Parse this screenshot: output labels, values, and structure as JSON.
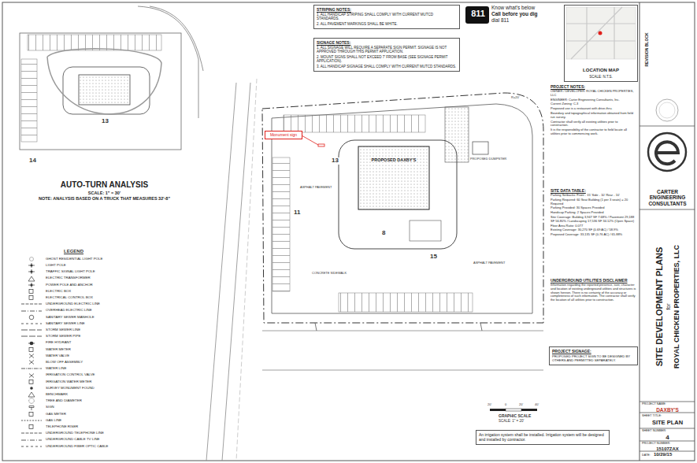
{
  "diagram": {
    "nodes": [
      {
        "text": [
          "AUTO-TURN ANALYSIS",
          "SCALE: 1\" = 30'",
          "NOTE: ANALYSIS BASED ON A TRUCK THAT MEASURES 32'-8\""
        ]
      },
      {
        "text": [
          "STRIPING NOTES:",
          "1. ALL HANDICAP STRIPING SHALL COMPLY WITH CURRENT MUTCD STANDARDS.",
          "2. ALL PAVEMENT MARKINGS SHALL BE WHITE."
        ]
      },
      {
        "text": [
          "SIGNAGE NOTES:",
          "1. ALL SIGNAGE WILL REQUIRE A SEPARATE SIGN PERMIT. SIGNAGE IS NOT APPROVED THROUGH THIS PERMIT APPLICATION.",
          "2. MOUNT SIGNS SHALL NOT EXCEED 7' FROM BASE (SEE SIGNAGE PERMIT APPLICATION).",
          "3. ALL HANDICAP SIGNAGE SHALL COMPLY WITH CURRENT MUTCD STANDARDS."
        ]
      },
      {
        "text": [
          "811",
          "Know what's below",
          "Call before you dig",
          "dial 811"
        ]
      },
      {
        "text": [
          "LOCATION MAP",
          "SCALE: N.T.S."
        ]
      },
      {
        "text": [
          "PROJECT NOTES:",
          "OWNER / DEVELOPER: ROYAL CHICKEN PROPERTIES, LLC",
          "ENGINEER: Carter Engineering Consultants, Inc.",
          "Current Zoning: C-3",
          "Proposed use is a restaurant with drive-thru.",
          "Boundary and topographical information obtained from field run survey.",
          "Contractor shall verify all existing utilities prior to construction.",
          "It is the responsibility of the contractor to field locate all utilities prior to commencing work."
        ]
      },
      {
        "text": [
          "SITE DATA TABLE:",
          "Parking Setbacks: Front - 15' Side - 10' Rear - 10'",
          "Parking Required: 60 Seat Building (1 per 3 seats) = 20 Required",
          "Parking Provided: 30 Spaces Provided",
          "Handicap Parking: 2 Spaces Provided",
          "Site Coverage: Building 3,947 SF 7.68% / Pavement 29,188 SF 56.80% / Landscaping 17,536 SF 34.12% (Open Space)",
          "Floor Area Ratio: 0.077",
          "Existing Coverage: 30,270 SF (0.69 AC) / 58.9%",
          "Proposed Coverage: 33,135 SF (0.76 AC) / 65.88%"
        ]
      },
      {
        "text": [
          "UNDERGROUND UTILITIES DISCLAIMER",
          "Information regarding the reported presence, size, character and location of existing underground utilities and structures is shown hereon. There is no certainty of the accuracy or completeness of such information. The contractor shall verify the location of all utilities prior to construction."
        ]
      },
      {
        "text": [
          "PROJECT SIGNAGE:",
          "PROPOSED PROJECT SIGN TO BE DESIGNED BY OTHERS AND PERMITTED SEPARATELY."
        ]
      },
      {
        "text": [
          "An irrigation system shall be installed. Irrigation system will be designed and installed by contractor."
        ]
      },
      {
        "text": [
          "PROPOSED DAXBY'S"
        ]
      },
      {
        "text": [
          "Monument sign"
        ]
      },
      {
        "text": [
          "REVISION BLOCK"
        ]
      },
      {
        "text": [
          "CARTER ENGINEERING CONSULTANTS"
        ]
      },
      {
        "text": [
          "SITE DEVELOPMENT PLANS",
          "for",
          "ROYAL CHICKEN PROPERTIES, LLC"
        ]
      },
      {
        "text": [
          "PROJECT NAME:",
          "DAXBY'S"
        ]
      },
      {
        "text": [
          "SHEET TITLE:",
          "SITE PLAN"
        ]
      },
      {
        "text": [
          "SHEET NUMBER:",
          "4"
        ]
      },
      {
        "text": [
          "PROJECT NUMBER:",
          "15107ZAX"
        ]
      },
      {
        "text": [
          "DATE:",
          "10/29/15"
        ]
      }
    ],
    "labels": [
      "13",
      "14",
      "13",
      "11",
      "8",
      "15",
      "ASPHALT PAVEMENT",
      "ASPHALT PAVEMENT",
      "CONCRETE SIDEWALK",
      "PROPOSED DUMPSTER",
      "GRAPHIC SCALE",
      "SCALE: 1\" = 20'",
      "0",
      "20'",
      "40'",
      "20'",
      "R=20'",
      "LEGEND"
    ],
    "legend": [
      {
        "text": "GHOST RESIDENTIAL LIGHT POLE"
      },
      {
        "text": "LIGHT POLE"
      },
      {
        "text": "TRAFFIC SIGNAL LIGHT POLE"
      },
      {
        "text": "ELECTRIC TRANSFORMER"
      },
      {
        "text": "POWER POLE AND ANCHOR"
      },
      {
        "text": "ELECTRIC BOX"
      },
      {
        "text": "ELECTRICAL CONTROL BOX"
      },
      {
        "text": "UNDERGROUND ELECTRIC LINE"
      },
      {
        "text": "OVERHEAD ELECTRIC LINE"
      },
      {
        "text": "SANITARY SEWER MANHOLE"
      },
      {
        "text": "SANITARY SEWER LINE"
      },
      {
        "text": "STORM SEWER LINE"
      },
      {
        "text": "STORM SEWER PIPE"
      },
      {
        "text": "FIRE HYDRANT"
      },
      {
        "text": "WATER METER"
      },
      {
        "text": "WATER VALVE"
      },
      {
        "text": "BLOW OFF ASSEMBLY"
      },
      {
        "text": "WATER LINE"
      },
      {
        "text": "IRRIGATION CONTROL VALVE"
      },
      {
        "text": "IRRIGATION WATER METER"
      },
      {
        "text": "SURVEY MONUMENT FOUND"
      },
      {
        "text": "BENCHMARK"
      },
      {
        "text": "TREE AND DIAMETER"
      },
      {
        "text": "SIGN"
      },
      {
        "text": "GAS METER"
      },
      {
        "text": "GAS LINE"
      },
      {
        "text": "TELEPHONE RISER"
      },
      {
        "text": "UNDERGROUND TELEPHONE LINE"
      },
      {
        "text": "UNDERGROUND CABLE TV LINE"
      },
      {
        "text": "UNDERGROUND FIBER OPTIC CABLE"
      }
    ]
  }
}
